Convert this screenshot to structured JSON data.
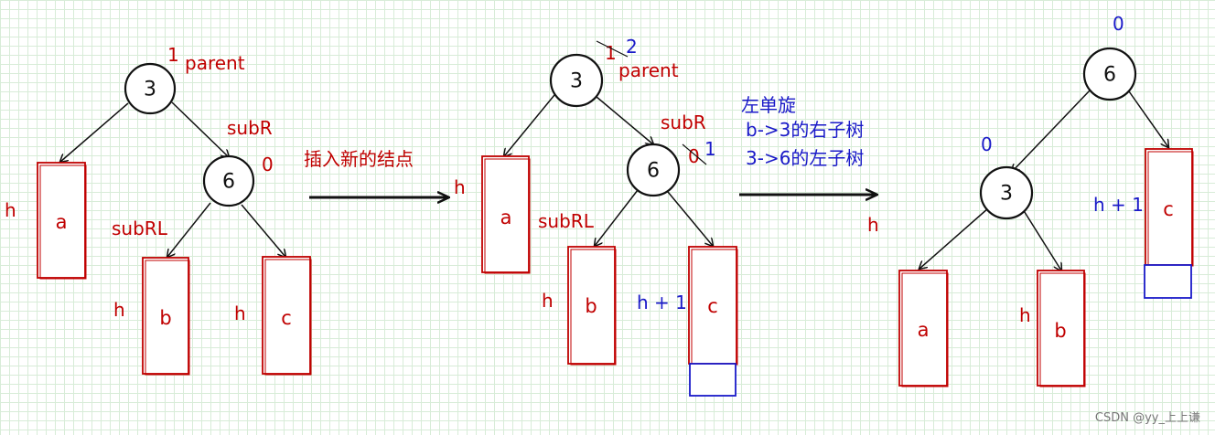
{
  "diagram1": {
    "root": "3",
    "root_bf": "1",
    "root_role": "parent",
    "right": "6",
    "right_bf": "0",
    "right_role": "subR",
    "right_left_role": "subRL",
    "box_a": "a",
    "box_b": "b",
    "box_c": "c",
    "h_a": "h",
    "h_b": "h",
    "h_c": "h"
  },
  "arrow1_label": "插入新的结点",
  "diagram2": {
    "root": "3",
    "root_bf_old": "1",
    "root_bf_new": "2",
    "root_role": "parent",
    "right": "6",
    "right_bf_old": "0",
    "right_bf_new": "1",
    "right_role": "subR",
    "right_left_role": "subRL",
    "box_a": "a",
    "box_b": "b",
    "box_c": "c",
    "h_a": "h",
    "h_b": "h",
    "h_c": "h + 1"
  },
  "arrow2_label": {
    "line1": "左单旋",
    "line2": "b->3的右子树",
    "line3": "3->6的左子树",
    "below": "h"
  },
  "diagram3": {
    "root": "6",
    "root_bf": "0",
    "left": "3",
    "left_bf": "0",
    "box_a": "a",
    "box_b": "b",
    "box_c": "c",
    "h_b": "h",
    "h_c": "h + 1"
  },
  "watermark": "CSDN @yy_上上谦",
  "colors": {
    "red": "#c00000",
    "blue": "#1a1ac8",
    "grid": "#d8ecd8"
  }
}
